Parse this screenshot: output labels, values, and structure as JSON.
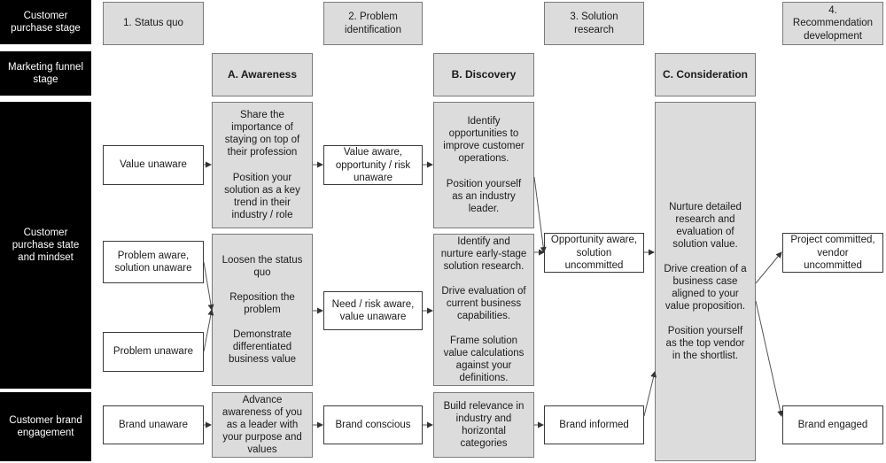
{
  "rows": {
    "purchase_stage": "Customer\npurchase stage",
    "funnel_stage": "Marketing funnel\nstage",
    "state_mindset": "Customer\npurchase state\nand mindset",
    "brand_engagement": "Customer brand\nengagement"
  },
  "stages": {
    "s1": "1. Status quo",
    "s2": "2. Problem\nidentification",
    "s3": "3. Solution\nresearch",
    "s4": "4.\nRecommendation\ndevelopment"
  },
  "funnel": {
    "a": "A. Awareness",
    "b": "B. Discovery",
    "c": "C. Consideration"
  },
  "states": {
    "value_unaware": "Value unaware",
    "problem_aware": "Problem aware,\nsolution unaware",
    "problem_unaware": "Problem unaware",
    "value_aware": "Value aware,\nopportunity / risk\nunaware",
    "need_risk_aware": "Need / risk aware,\nvalue unaware",
    "opportunity_aware": "Opportunity aware,\nsolution\nuncommitted",
    "project_committed": "Project committed,\nvendor\nuncommitted"
  },
  "actions": {
    "awareness_top": "Share the\nimportance of\nstaying on top of\ntheir profession\n\nPosition your\nsolution as a key\ntrend in their\nindustry / role",
    "awareness_mid": "Loosen the status\nquo\n\nReposition the\nproblem\n\nDemonstrate\ndifferentiated\nbusiness value",
    "discovery_top": "Identify\nopportunities to\nimprove customer\noperations.\n\nPosition yourself\nas an industry\nleader.",
    "discovery_mid": "Identify and\nnurture early-stage\nsolution research.\n\nDrive evaluation of\ncurrent business\ncapabilities.\n\nFrame solution\nvalue calculations\nagainst your\ndefinitions.",
    "consideration": "Nurture detailed\nresearch and\nevaluation of\nsolution value.\n\nDrive creation of a\nbusiness case\naligned to your\nvalue proposition.\n\nPosition yourself\nas the top vendor\nin the shortlist.",
    "awareness_brand": "Advance\nawareness of you\nas a leader with\nyour purpose and\nvalues",
    "discovery_brand": "Build relevance in\nindustry and\nhorizontal\ncategories"
  },
  "brand": {
    "unaware": "Brand unaware",
    "conscious": "Brand conscious",
    "informed": "Brand informed",
    "engaged": "Brand engaged"
  },
  "colors": {
    "dark": "#000000",
    "gray_fill": "#dcdcdc",
    "line": "#555555"
  }
}
